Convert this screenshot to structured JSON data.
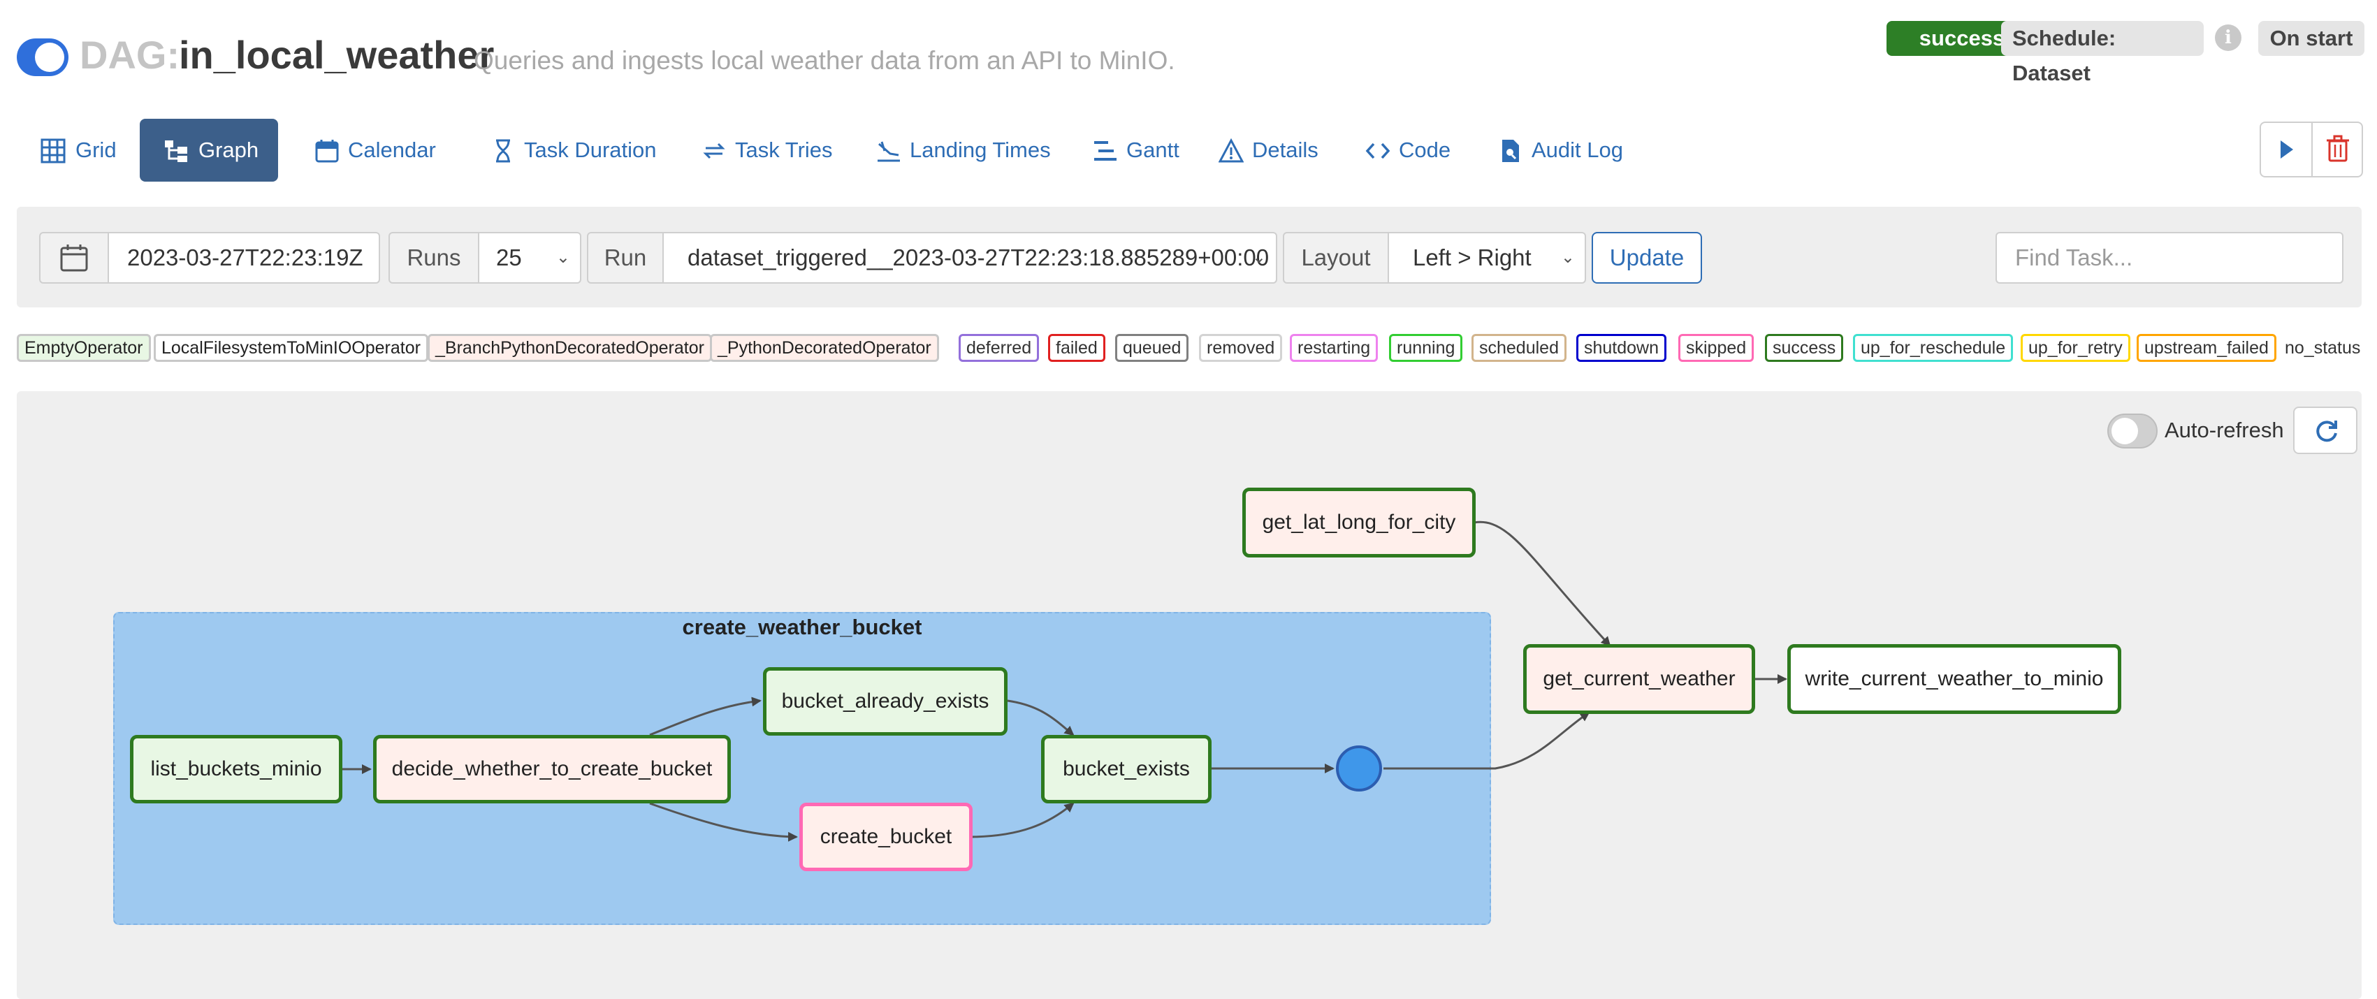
{
  "header": {
    "dag_prefix": "DAG:",
    "dag_id": "in_local_weather",
    "description": "Queries and ingests local weather data from an API to MinIO.",
    "status_badge": "success",
    "schedule_badge": "Schedule: Dataset",
    "info_symbol": "i",
    "start_badge": "On start"
  },
  "tabs": [
    {
      "label": "Grid",
      "icon": "grid-icon"
    },
    {
      "label": "Graph",
      "icon": "graph-icon",
      "active": true
    },
    {
      "label": "Calendar",
      "icon": "calendar-icon"
    },
    {
      "label": "Task Duration",
      "icon": "hourglass-icon"
    },
    {
      "label": "Task Tries",
      "icon": "retry-icon"
    },
    {
      "label": "Landing Times",
      "icon": "plane-landing-icon"
    },
    {
      "label": "Gantt",
      "icon": "gantt-icon"
    },
    {
      "label": "Details",
      "icon": "warning-triangle-icon"
    },
    {
      "label": "Code",
      "icon": "code-icon"
    },
    {
      "label": "Audit Log",
      "icon": "file-search-icon"
    }
  ],
  "filters": {
    "date_value": "2023-03-27T22:23:19Z",
    "runs_label": "Runs",
    "runs_value": "25",
    "run_label": "Run",
    "run_value": "dataset_triggered__2023-03-27T22:23:18.885289+00:00",
    "layout_label": "Layout",
    "layout_value": "Left > Right",
    "update_label": "Update",
    "find_placeholder": "Find Task..."
  },
  "operators": [
    {
      "label": "EmptyOperator",
      "bg": "#e8f7e4"
    },
    {
      "label": "LocalFilesystemToMinIOOperator",
      "bg": "#ffffff"
    },
    {
      "label": "_BranchPythonDecoratedOperator",
      "bg": "#ffefeb"
    },
    {
      "label": "_PythonDecoratedOperator",
      "bg": "#ffefeb"
    }
  ],
  "statuses": [
    {
      "label": "deferred",
      "color": "#9370db"
    },
    {
      "label": "failed",
      "color": "#e02020"
    },
    {
      "label": "queued",
      "color": "#808080"
    },
    {
      "label": "removed",
      "color": "#d3d3d3"
    },
    {
      "label": "restarting",
      "color": "#ee82ee"
    },
    {
      "label": "running",
      "color": "#32cd32"
    },
    {
      "label": "scheduled",
      "color": "#d2b48c"
    },
    {
      "label": "shutdown",
      "color": "#0000cd"
    },
    {
      "label": "skipped",
      "color": "#ff69b4"
    },
    {
      "label": "success",
      "color": "#2e7a1f"
    },
    {
      "label": "up_for_reschedule",
      "color": "#40e0d0"
    },
    {
      "label": "up_for_retry",
      "color": "#ffd700"
    },
    {
      "label": "upstream_failed",
      "color": "#ffa500"
    }
  ],
  "no_status_label": "no_status",
  "graph": {
    "auto_refresh_label": "Auto-refresh",
    "group_label": "create_weather_bucket",
    "nodes": {
      "list_buckets_minio": "list_buckets_minio",
      "decide_whether_to_create_bucket": "decide_whether_to_create_bucket",
      "bucket_already_exists": "bucket_already_exists",
      "create_bucket": "create_bucket",
      "bucket_exists": "bucket_exists",
      "get_lat_long_for_city": "get_lat_long_for_city",
      "get_current_weather": "get_current_weather",
      "write_current_weather_to_minio": "write_current_weather_to_minio"
    }
  },
  "colors": {
    "success_green": "#2e7a1f",
    "skipped_pink": "#ff69b4",
    "group_blue": "#9ec9f0",
    "link_blue": "#2e6db5",
    "active_tab": "#3c5f8a"
  }
}
